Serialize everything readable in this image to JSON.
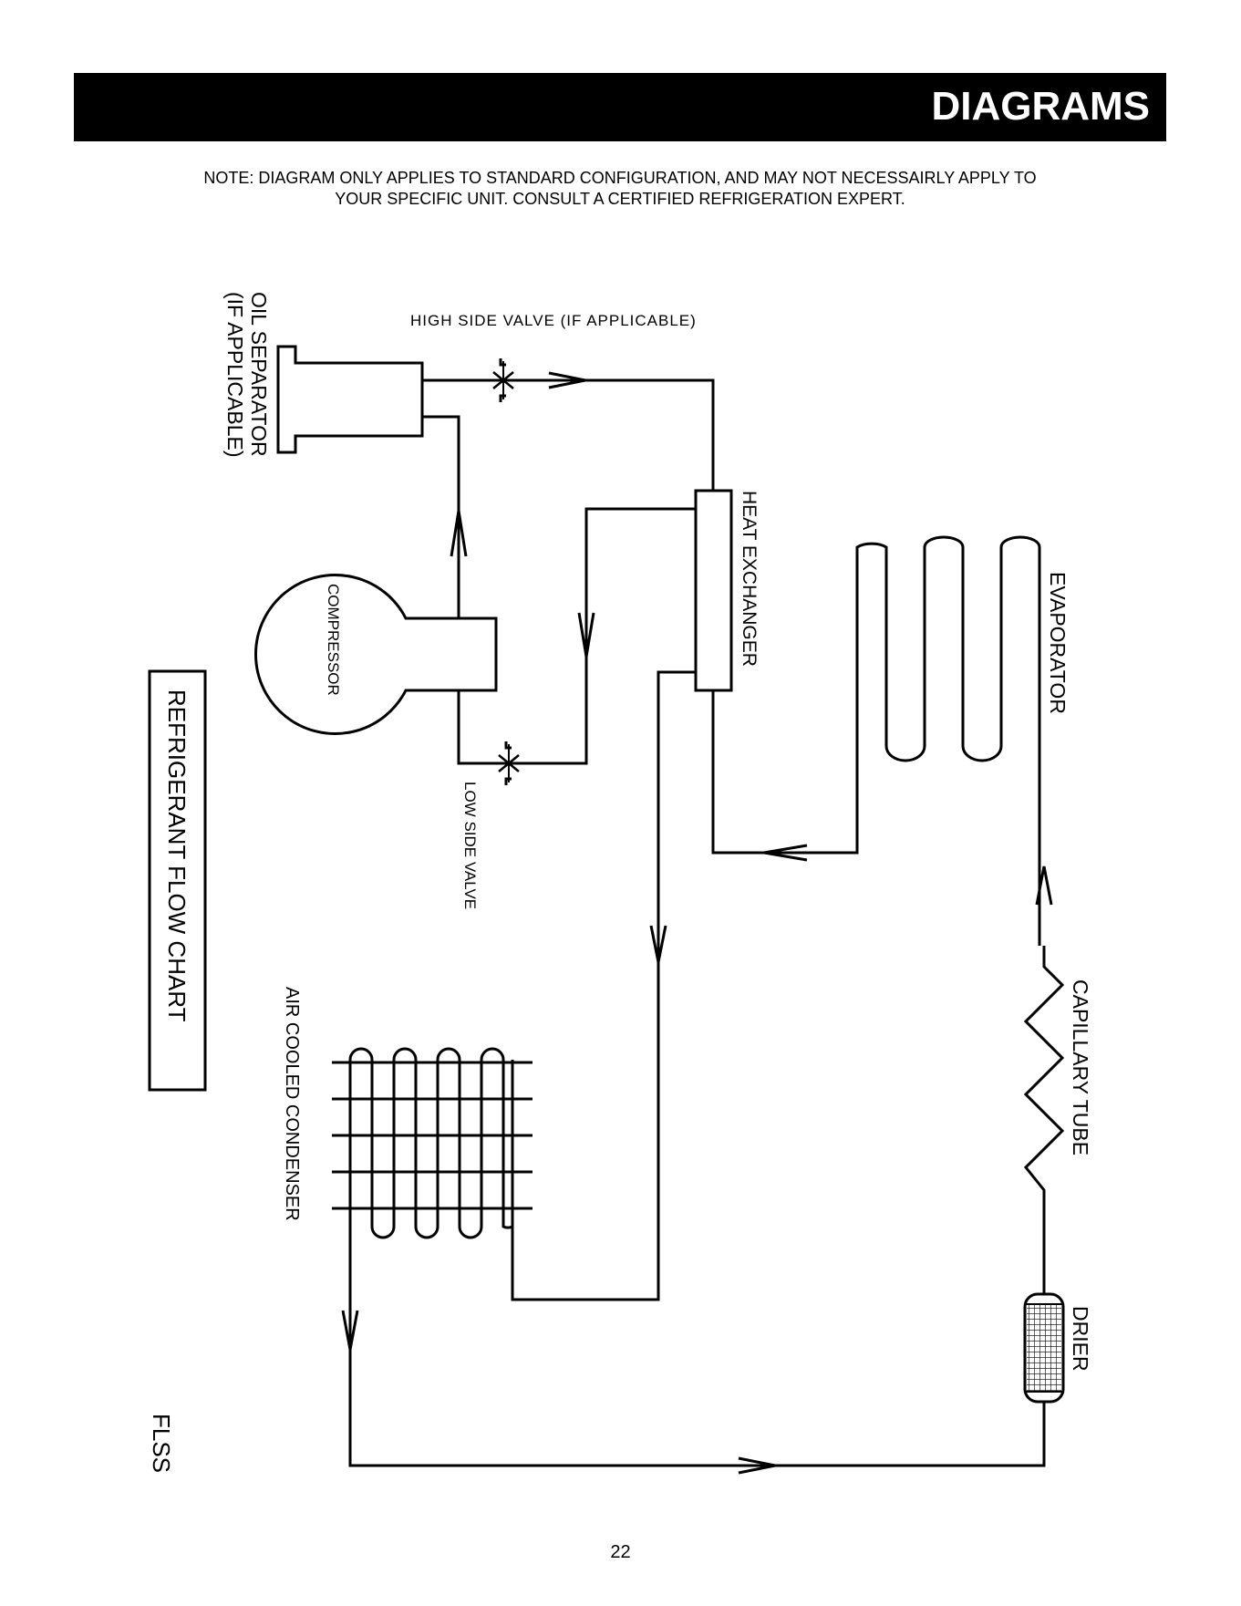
{
  "header": {
    "title": "DIAGRAMS"
  },
  "note": {
    "line1": "NOTE: DIAGRAM ONLY APPLIES TO STANDARD CONFIGURATION, AND MAY NOT NECESSAIRLY APPLY TO",
    "line2": "YOUR SPECIFIC UNIT. CONSULT A CERTIFIED REFRIGERATION EXPERT."
  },
  "diagram": {
    "title": "REFRIGERANT FLOW CHART",
    "model": "FLSS",
    "labels": {
      "oil_separator_line1": "OIL SEPARATOR",
      "oil_separator_line2": "(IF APPLICABLE)",
      "high_side_valve": "HIGH SIDE VALVE (IF APPLICABLE)",
      "compressor": "COMPRESSOR",
      "heat_exchanger": "HEAT EXCHANGER",
      "evaporator": "EVAPORATOR",
      "low_side_valve": "LOW SIDE VALVE",
      "air_cooled_condenser": "AIR COOLED CONDENSER",
      "capillary_tube": "CAPILLARY TUBE",
      "drier": "DRIER"
    }
  },
  "footer": {
    "page_number": "22"
  }
}
